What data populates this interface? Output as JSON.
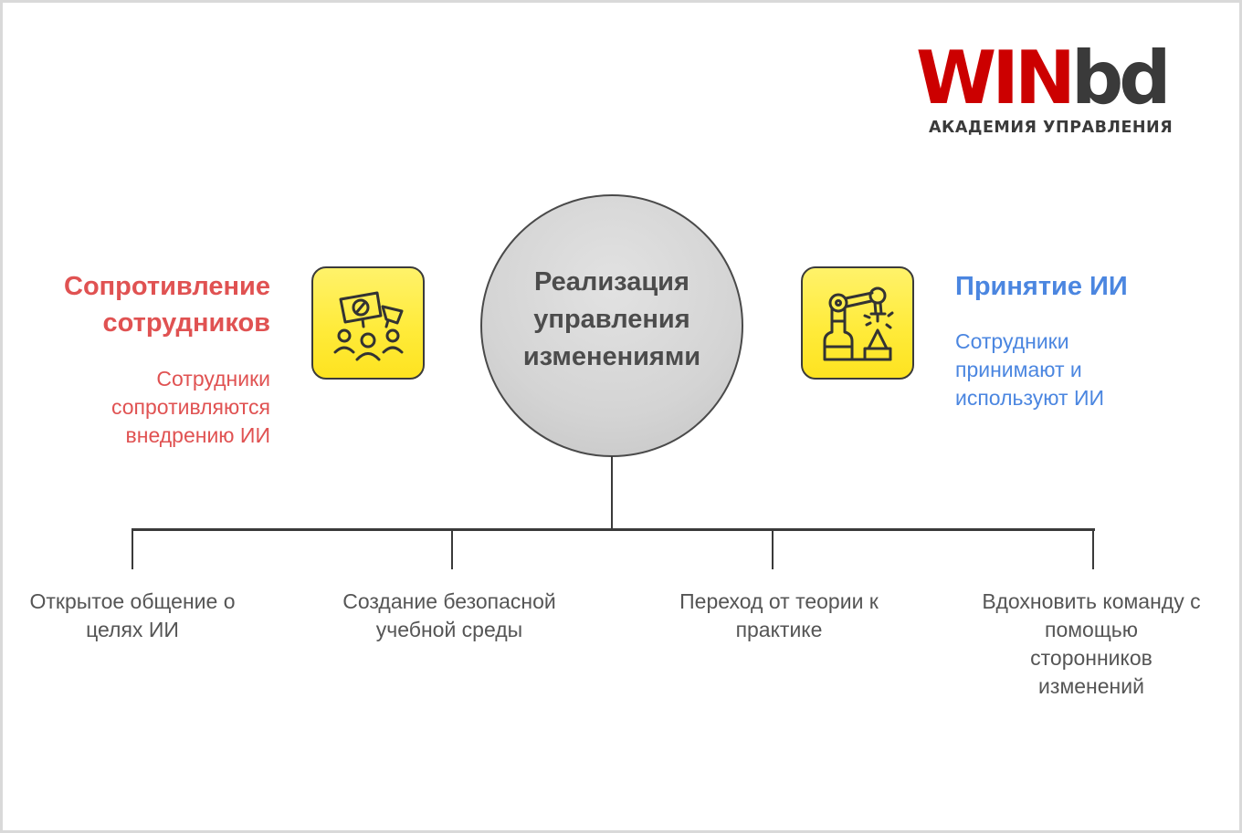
{
  "logo": {
    "brand_red": "WIN",
    "brand_dark": "bd",
    "subtitle": "АКАДЕМИЯ УПРАВЛЕНИЯ",
    "colors": {
      "red": "#cc0000",
      "dark": "#3a3a3a"
    }
  },
  "center": {
    "title_lines": [
      "Реализация",
      "управления",
      "изменениями"
    ]
  },
  "left_node": {
    "title_lines": [
      "Сопротивление",
      "сотрудников"
    ],
    "description_lines": [
      "Сотрудники",
      "сопротивляются",
      "внедрению ИИ"
    ],
    "icon": "protest-crowd-icon",
    "color": "#e05252"
  },
  "right_node": {
    "title_lines": [
      "Принятие ИИ"
    ],
    "description_lines": [
      "Сотрудники",
      "принимают и",
      "используют ИИ"
    ],
    "icon": "robot-arm-icon",
    "color": "#4b86e0"
  },
  "branches": [
    {
      "lines": [
        "Открытое общение о",
        "целях ИИ"
      ]
    },
    {
      "lines": [
        "Создание безопасной",
        "учебной среды"
      ]
    },
    {
      "lines": [
        "Переход от теории к",
        "практике"
      ]
    },
    {
      "lines": [
        "Вдохновить команду с",
        "помощью",
        "сторонников",
        "изменений"
      ]
    }
  ],
  "colors": {
    "icon_box_fill": "#ffeb3b",
    "circle_fill": "#d4d4d4",
    "connector": "#3a3a3a",
    "branch_text": "#555555"
  }
}
